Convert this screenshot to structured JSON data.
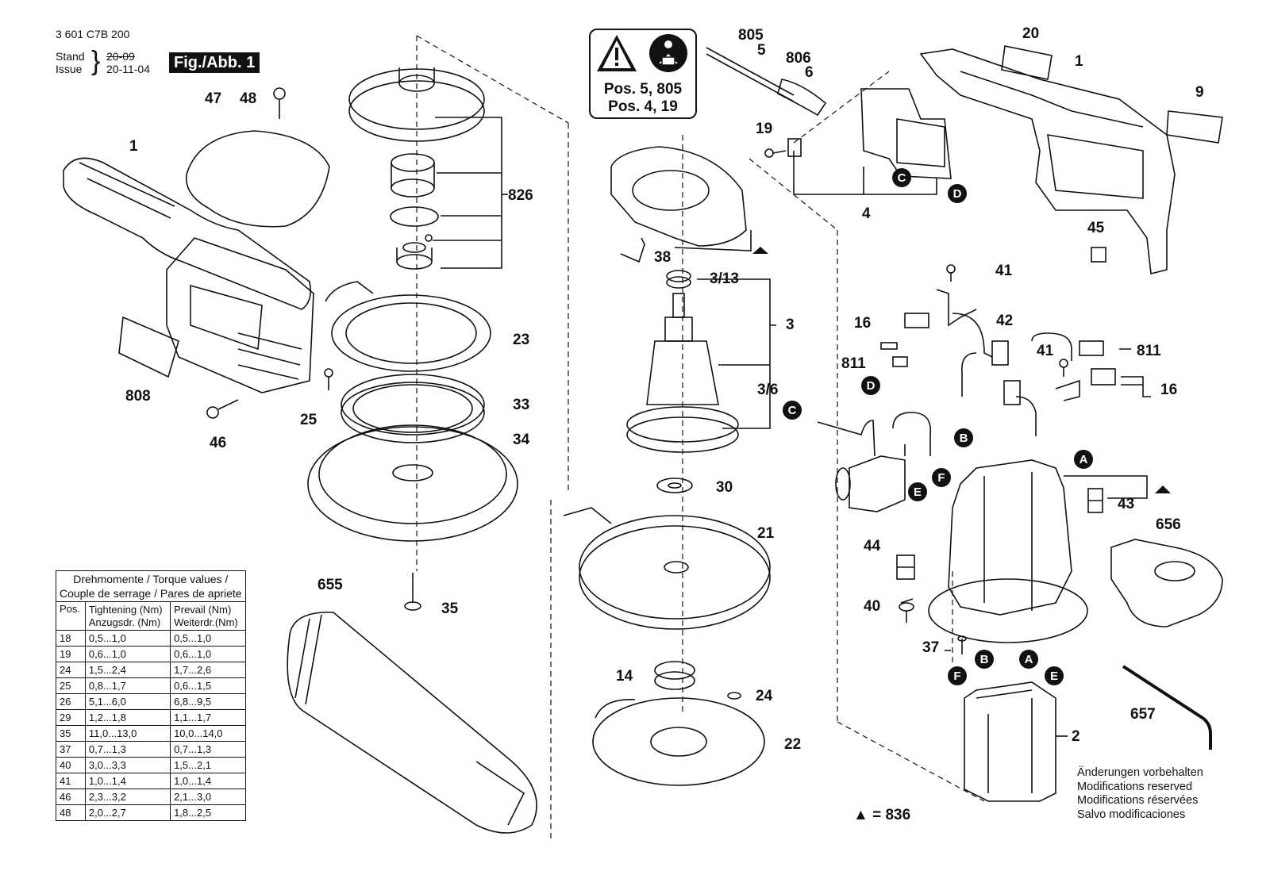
{
  "header": {
    "part_number": "3 601 C7B 200",
    "stand_label": "Stand",
    "issue_label": "Issue",
    "stand_date": "20-09",
    "issue_date": "20-11-04",
    "figure_label": "Fig./Abb. 1"
  },
  "warning_box": {
    "line1": "Pos. 5, 805",
    "line2": "Pos. 4, 19",
    "icons": [
      "warning-triangle-icon",
      "read-manual-icon"
    ]
  },
  "part_labels": [
    {
      "id": "lbl-1a",
      "text": "1"
    },
    {
      "id": "lbl-47",
      "text": "47"
    },
    {
      "id": "lbl-48",
      "text": "48"
    },
    {
      "id": "lbl-808",
      "text": "808"
    },
    {
      "id": "lbl-46",
      "text": "46"
    },
    {
      "id": "lbl-25",
      "text": "25"
    },
    {
      "id": "lbl-826",
      "text": "826"
    },
    {
      "id": "lbl-23",
      "text": "23"
    },
    {
      "id": "lbl-33",
      "text": "33"
    },
    {
      "id": "lbl-34",
      "text": "34"
    },
    {
      "id": "lbl-35",
      "text": "35"
    },
    {
      "id": "lbl-655",
      "text": "655"
    },
    {
      "id": "lbl-805",
      "text": "805"
    },
    {
      "id": "lbl-5",
      "text": "5"
    },
    {
      "id": "lbl-806",
      "text": "806"
    },
    {
      "id": "lbl-6",
      "text": "6"
    },
    {
      "id": "lbl-19",
      "text": "19"
    },
    {
      "id": "lbl-4",
      "text": "4"
    },
    {
      "id": "lbl-20",
      "text": "20"
    },
    {
      "id": "lbl-1b",
      "text": "1"
    },
    {
      "id": "lbl-9",
      "text": "9"
    },
    {
      "id": "lbl-45",
      "text": "45"
    },
    {
      "id": "lbl-38",
      "text": "38"
    },
    {
      "id": "lbl-3-13",
      "text": "3/13"
    },
    {
      "id": "lbl-3",
      "text": "3"
    },
    {
      "id": "lbl-3-6",
      "text": "3/6"
    },
    {
      "id": "lbl-30",
      "text": "30"
    },
    {
      "id": "lbl-21",
      "text": "21"
    },
    {
      "id": "lbl-14",
      "text": "14"
    },
    {
      "id": "lbl-24",
      "text": "24"
    },
    {
      "id": "lbl-22",
      "text": "22"
    },
    {
      "id": "lbl-41a",
      "text": "41"
    },
    {
      "id": "lbl-16a",
      "text": "16"
    },
    {
      "id": "lbl-42",
      "text": "42"
    },
    {
      "id": "lbl-811a",
      "text": "811"
    },
    {
      "id": "lbl-41b",
      "text": "41"
    },
    {
      "id": "lbl-811b",
      "text": "811"
    },
    {
      "id": "lbl-16b",
      "text": "16"
    },
    {
      "id": "lbl-43",
      "text": "43"
    },
    {
      "id": "lbl-656",
      "text": "656"
    },
    {
      "id": "lbl-44",
      "text": "44"
    },
    {
      "id": "lbl-40",
      "text": "40"
    },
    {
      "id": "lbl-37",
      "text": "37"
    },
    {
      "id": "lbl-2",
      "text": "2"
    },
    {
      "id": "lbl-657",
      "text": "657"
    }
  ],
  "connector_markers": [
    {
      "id": "m-c1",
      "text": "C"
    },
    {
      "id": "m-d1",
      "text": "D"
    },
    {
      "id": "m-d2",
      "text": "D"
    },
    {
      "id": "m-c2",
      "text": "C"
    },
    {
      "id": "m-b1",
      "text": "B"
    },
    {
      "id": "m-a1",
      "text": "A"
    },
    {
      "id": "m-e1",
      "text": "E"
    },
    {
      "id": "m-f1",
      "text": "F"
    },
    {
      "id": "m-f2",
      "text": "F"
    },
    {
      "id": "m-b2",
      "text": "B"
    },
    {
      "id": "m-a2",
      "text": "A"
    },
    {
      "id": "m-e2",
      "text": "E"
    }
  ],
  "torque_table": {
    "title_line1": "Drehmomente / Torque values /",
    "title_line2": "Couple de serrage / Pares de apriete",
    "col_pos": "Pos.",
    "col_tight_1": "Tightening (Nm)",
    "col_tight_2": "Anzugsdr. (Nm)",
    "col_prev_1": "Prevail (Nm)",
    "col_prev_2": "Weiterdr.(Nm)",
    "rows": [
      {
        "pos": "18",
        "tight": "0,5...1,0",
        "prev": "0,5...1,0"
      },
      {
        "pos": "19",
        "tight": "0,6...1,0",
        "prev": "0,6...1,0"
      },
      {
        "pos": "24",
        "tight": "1,5...2,4",
        "prev": "1,7...2,6"
      },
      {
        "pos": "25",
        "tight": "0,8...1,7",
        "prev": "0,6...1,5"
      },
      {
        "pos": "26",
        "tight": "5,1...6,0",
        "prev": "6,8...9,5"
      },
      {
        "pos": "29",
        "tight": "1,2...1,8",
        "prev": "1,1...1,7"
      },
      {
        "pos": "35",
        "tight": "11,0...13,0",
        "prev": "10,0...14,0"
      },
      {
        "pos": "37",
        "tight": "0,7...1,3",
        "prev": "0,7...1,3"
      },
      {
        "pos": "40",
        "tight": "3,0...3,3",
        "prev": "1,5...2,1"
      },
      {
        "pos": "41",
        "tight": "1,0...1,4",
        "prev": "1,0...1,4"
      },
      {
        "pos": "46",
        "tight": "2,3...3,2",
        "prev": "2,1...3,0"
      },
      {
        "pos": "48",
        "tight": "2,0...2,7",
        "prev": "1,8...2,5"
      }
    ]
  },
  "legend": {
    "triangle_label": "▲ = 836"
  },
  "notes": {
    "de": "Änderungen vorbehalten",
    "en": "Modifications reserved",
    "fr": "Modifications réservées",
    "es": "Salvo modificaciones"
  }
}
